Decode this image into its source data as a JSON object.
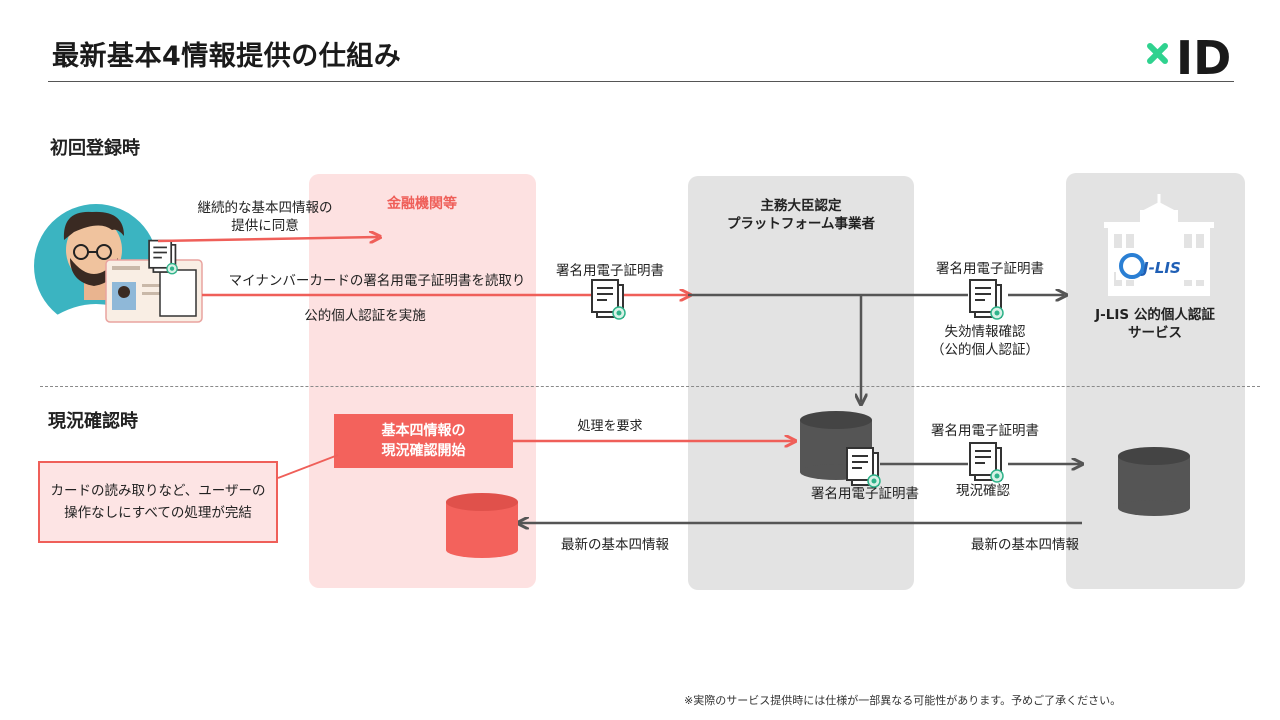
{
  "header": {
    "title": "最新基本4情報提供の仕組み",
    "logo_text": "ID",
    "logo_mark": "×"
  },
  "sections": {
    "initial": "初回登録時",
    "current": "現況確認時"
  },
  "columns": {
    "financial": "金融機関等",
    "platform_line1": "主務大臣認定",
    "platform_line2": "プラットフォーム事業者",
    "jlis_logo": "J-LIS",
    "jlis_line1": "J-LIS 公的個人認証",
    "jlis_line2": "サービス"
  },
  "initial_flow": {
    "consent_line1": "継続的な基本四情報の",
    "consent_line2": "提供に同意",
    "read_card": "マイナンバーカードの署名用電子証明書を読取り",
    "perform_auth": "公的個人認証を実施",
    "cert_label_1": "署名用電子証明書",
    "cert_label_2": "署名用電子証明書",
    "revocation_line1": "失効情報確認",
    "revocation_line2": "（公的個人認証）"
  },
  "current_flow": {
    "start_line1": "基本四情報の",
    "start_line2": "現況確認開始",
    "callout_line1": "カードの読み取りなど、ユーザーの",
    "callout_line2": "操作なしにすべての処理が完結",
    "request": "処理を要求",
    "cert_top": "署名用電子証明書",
    "cert_stored": "署名用電子証明書",
    "status_check": "現況確認",
    "latest_info_1": "最新の基本四情報",
    "latest_info_2": "最新の基本四情報"
  },
  "footnote": "※実際のサービス提供時には仕様が一部異なる可能性があります。予めご了承ください。",
  "colors": {
    "accent_red": "#ef5f59",
    "box_red": "#f3625c",
    "pink_bg": "#fde1e1",
    "gray_bg": "#e3e3e3",
    "dark_gray": "#555555",
    "teal": "#3bb4c1",
    "logo_green": "#2fd28f"
  }
}
